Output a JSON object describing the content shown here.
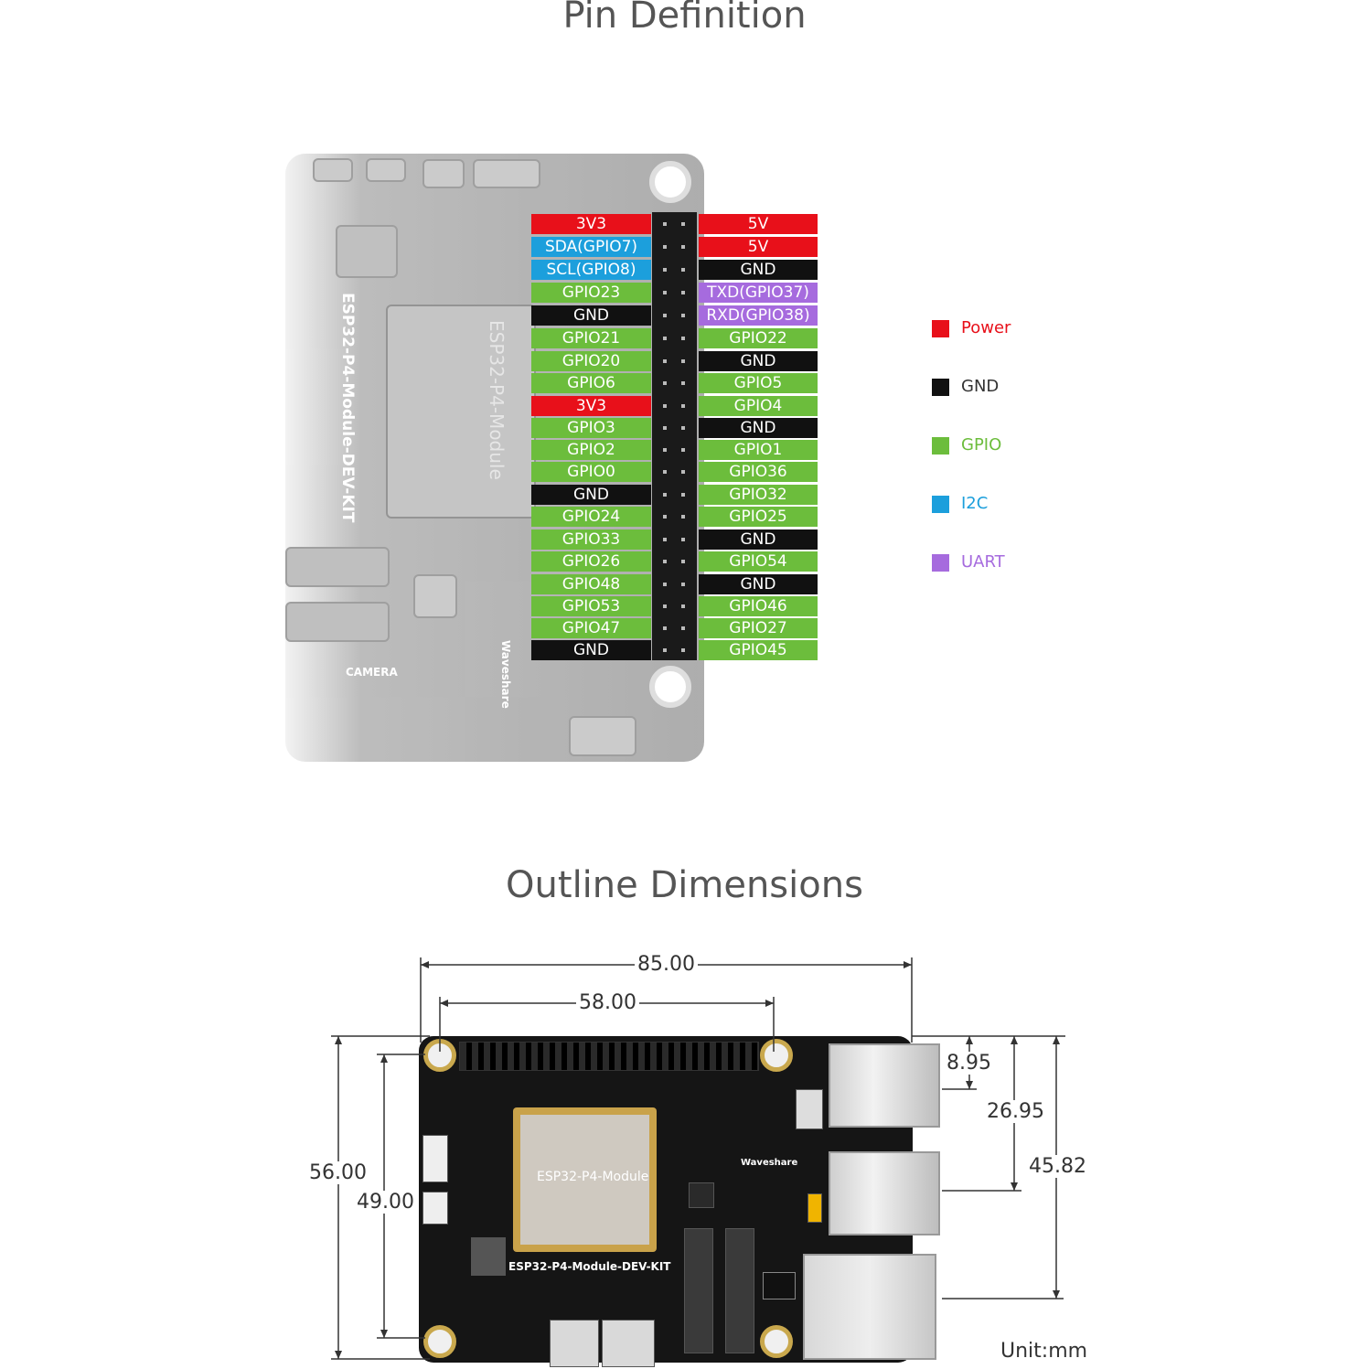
{
  "titles": {
    "pin_definition": "Pin Definition",
    "outline_dimensions": "Outline Dimensions"
  },
  "board": {
    "name": "ESP32-P4-Module-DEV-KIT",
    "module": "ESP32-P4-Module",
    "brand": "Waveshare",
    "camera_label": "CAMERA"
  },
  "pins_left": [
    {
      "label": "3V3",
      "type": "power"
    },
    {
      "label": "SDA(GPIO7)",
      "type": "i2c"
    },
    {
      "label": "SCL(GPIO8)",
      "type": "i2c"
    },
    {
      "label": "GPIO23",
      "type": "gpio"
    },
    {
      "label": "GND",
      "type": "gnd"
    },
    {
      "label": "GPIO21",
      "type": "gpio"
    },
    {
      "label": "GPIO20",
      "type": "gpio"
    },
    {
      "label": "GPIO6",
      "type": "gpio"
    },
    {
      "label": "3V3",
      "type": "power"
    },
    {
      "label": "GPIO3",
      "type": "gpio"
    },
    {
      "label": "GPIO2",
      "type": "gpio"
    },
    {
      "label": "GPIO0",
      "type": "gpio"
    },
    {
      "label": "GND",
      "type": "gnd"
    },
    {
      "label": "GPIO24",
      "type": "gpio"
    },
    {
      "label": "GPIO33",
      "type": "gpio"
    },
    {
      "label": "GPIO26",
      "type": "gpio"
    },
    {
      "label": "GPIO48",
      "type": "gpio"
    },
    {
      "label": "GPIO53",
      "type": "gpio"
    },
    {
      "label": "GPIO47",
      "type": "gpio"
    },
    {
      "label": "GND",
      "type": "gnd"
    }
  ],
  "pins_right": [
    {
      "label": "5V",
      "type": "power"
    },
    {
      "label": "5V",
      "type": "power"
    },
    {
      "label": "GND",
      "type": "gnd"
    },
    {
      "label": "TXD(GPIO37)",
      "type": "uart"
    },
    {
      "label": "RXD(GPIO38)",
      "type": "uart"
    },
    {
      "label": "GPIO22",
      "type": "gpio"
    },
    {
      "label": "GND",
      "type": "gnd"
    },
    {
      "label": "GPIO5",
      "type": "gpio"
    },
    {
      "label": "GPIO4",
      "type": "gpio"
    },
    {
      "label": "GND",
      "type": "gnd"
    },
    {
      "label": "GPIO1",
      "type": "gpio"
    },
    {
      "label": "GPIO36",
      "type": "gpio"
    },
    {
      "label": "GPIO32",
      "type": "gpio"
    },
    {
      "label": "GPIO25",
      "type": "gpio"
    },
    {
      "label": "GND",
      "type": "gnd"
    },
    {
      "label": "GPIO54",
      "type": "gpio"
    },
    {
      "label": "GND",
      "type": "gnd"
    },
    {
      "label": "GPIO46",
      "type": "gpio"
    },
    {
      "label": "GPIO27",
      "type": "gpio"
    },
    {
      "label": "GPIO45",
      "type": "gpio"
    }
  ],
  "legend": [
    {
      "label": "Power",
      "color": "#e8101a",
      "text_color": "#e8101a"
    },
    {
      "label": "GND",
      "color": "#111111",
      "text_color": "#333333"
    },
    {
      "label": "GPIO",
      "color": "#6cbd3c",
      "text_color": "#6cbd3c"
    },
    {
      "label": "I2C",
      "color": "#1c9fdc",
      "text_color": "#1c9fdc"
    },
    {
      "label": "UART",
      "color": "#a66bde",
      "text_color": "#a66bde"
    }
  ],
  "dimensions": {
    "total_width": "85.00",
    "hole_spacing_x": "58.00",
    "total_height": "56.00",
    "hole_spacing_y": "49.00",
    "usb1_offset": "8.95",
    "usb2_offset": "26.95",
    "eth_offset": "45.82",
    "unit": "Unit:mm"
  }
}
